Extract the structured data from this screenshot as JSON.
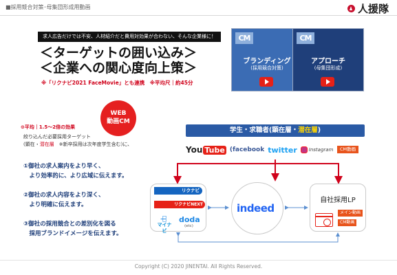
{
  "header": {
    "breadcrumb": "■採用競合対策･母集団形成用動画",
    "logo_text": "人援隊"
  },
  "hero": {
    "banner": "求人広告だけでは不安、人材紹介だと費用対効果が合わない、そんな企業様に！",
    "headline_line1": "＜ターゲットの囲い込み＞",
    "headline_line2": "＜企業への関心度向上策＞",
    "note": "※「リクナビ2021 FaceMovie」とも連携　※平均尺｜約45分"
  },
  "cards": [
    {
      "badge": "CM",
      "title": "ブランディング",
      "subtitle": "(採用競合対策)"
    },
    {
      "badge": "CM",
      "title": "アプローチ",
      "subtitle": "(母集団形成)"
    }
  ],
  "web_cm": {
    "line1": "WEB",
    "line2": "動画CM"
  },
  "effect": "⊙平均｜1.5〜2倍の効果",
  "description": {
    "line1": "絞り込んだ必要採用ターゲット",
    "line2_pre": "(顕在・",
    "line2_red": "潜在層",
    "line2_post": "　※新卒採用は次年度学生含む)に、"
  },
  "bullets": [
    {
      "line1": "①御社の求人案内をより早く、",
      "line2": "　より効率的に、より広域に伝えます。"
    },
    {
      "line1": "②御社の求人内容をより深く、",
      "line2": "　より明確に伝えます。"
    },
    {
      "line1": "③御社の採用競合との差別化を図る",
      "line2": "　採用ブランドイメージを伝えます。"
    }
  ],
  "target_pill": {
    "pre": "学生・求職者(顕在層・",
    "highlight": "潜在層",
    "post": ")"
  },
  "social": {
    "youtube_you": "You",
    "youtube_tube": "Tube",
    "facebook": "(facebook",
    "twitter": "twitter",
    "instagram": "Instagram",
    "cm_tag": "CM動画"
  },
  "media": {
    "rikunabi": "リクナビ",
    "rikunabi_next": "リクナビNEXT",
    "mynavi_mark": "ハ̶",
    "mynavi": "マイナビ",
    "doda": "doda",
    "etc": "(etc)",
    "indeed": "indeed",
    "lp_title": "自社採用LP",
    "tag_main": "メイン動画",
    "tag_cm": "CM動画"
  },
  "footer": "Copyright (C) 2020 JINENTAI. All Rights Reserved.",
  "colors": {
    "accent_red": "#d0021b",
    "navy": "#1f3f7a",
    "blue": "#2a5aa5",
    "orange_tag": "#e8541c",
    "yellow_highlight": "#ffd600"
  }
}
